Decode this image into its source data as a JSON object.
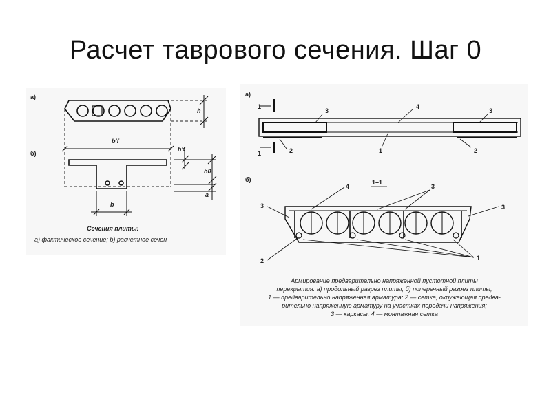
{
  "slide": {
    "title": "Расчет таврового сечения. Шаг 0"
  },
  "figure_left": {
    "label_a": "а)",
    "label_b": "б)",
    "dim_h": "h",
    "dim_bf": "b'f",
    "dim_hf": "h'f",
    "dim_h0": "h0",
    "dim_a": "a",
    "dim_b": "b",
    "caption_title": "Сечения плиты:",
    "caption_text": "а) фактическое сечение; б) расчетное сечен"
  },
  "figure_right": {
    "label_a": "а)",
    "label_b": "б)",
    "section_label": "1–1",
    "callouts": {
      "n1": "1",
      "n2": "2",
      "n3": "3",
      "n4": "4"
    },
    "caption_lines": [
      "Армирование предварительно напряженной пустотной плиты",
      "перекрытия: а) продольный разрез плиты; б) поперечный разрез плиты;",
      "1 — предварительно напряженная арматура; 2 — сетка, окружающая предва-",
      "рительно напряженную арматуру на участках передачи напряжения;",
      "3 — каркасы; 4 — монтажная сетка"
    ]
  }
}
